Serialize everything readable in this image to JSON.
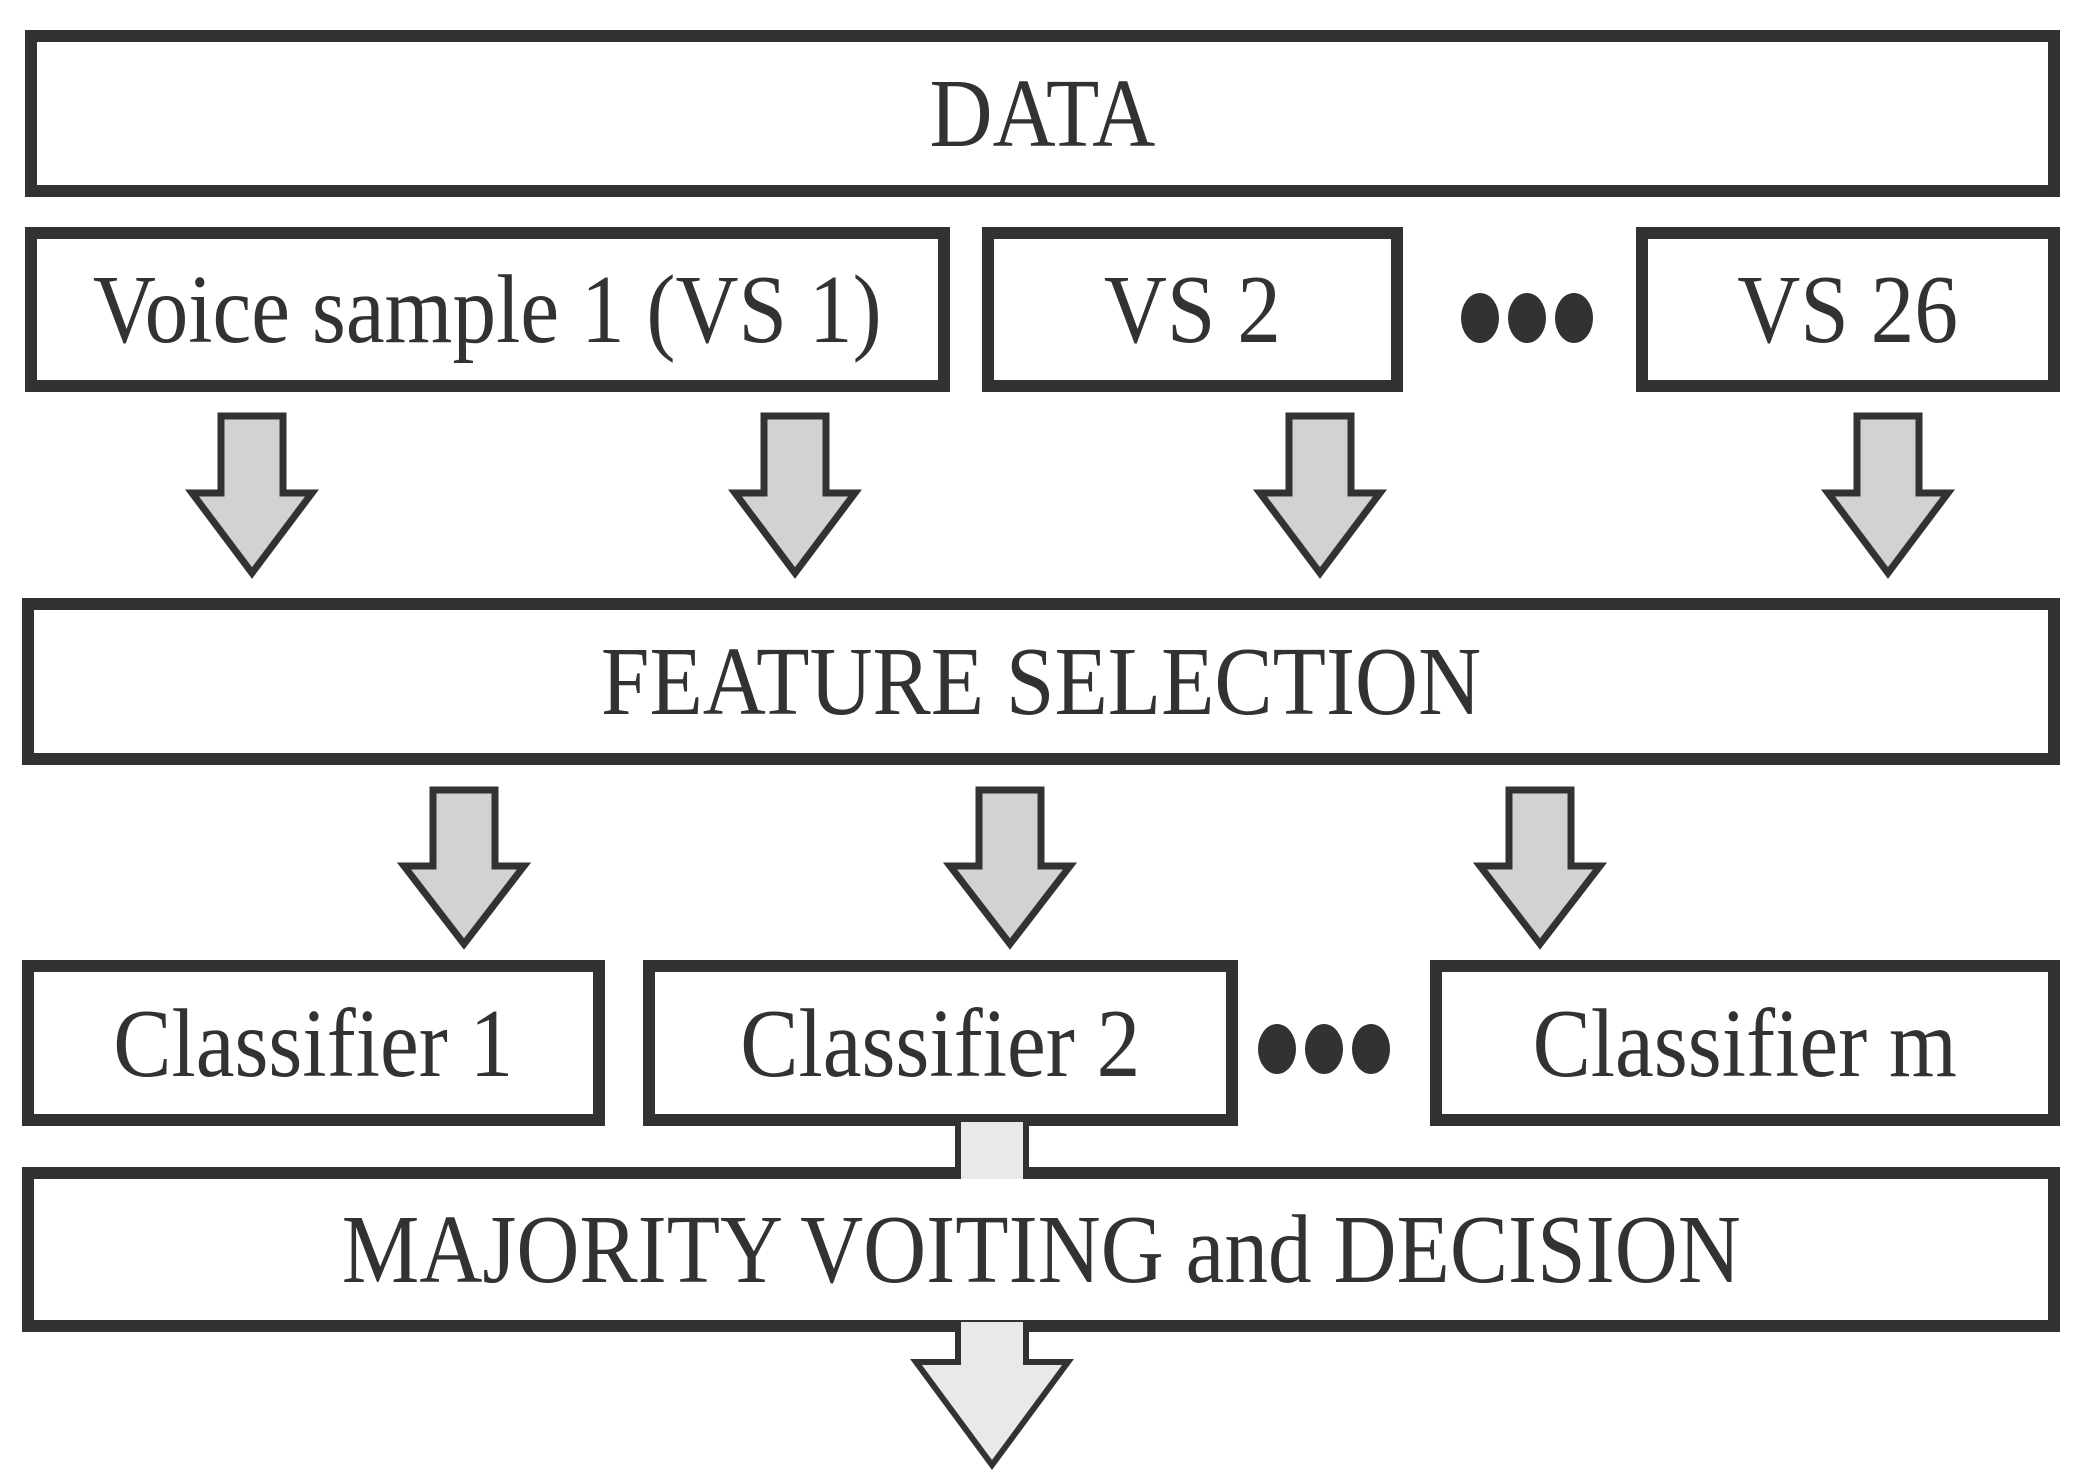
{
  "diagram": {
    "data_box": {
      "label": "DATA"
    },
    "voice_sample_row": {
      "vs1": "Voice sample 1 (VS 1)",
      "vs2": "VS 2",
      "vs26": "VS 26"
    },
    "feature_selection_box": {
      "label": "FEATURE SELECTION"
    },
    "classifier_row": {
      "c1": "Classifier 1",
      "c2": "Classifier 2",
      "cm": "Classifier m"
    },
    "decision_box": {
      "label": "MAJORITY VOITING and DECISION"
    }
  },
  "colors": {
    "line": "#343134",
    "arrow_fill": "#d2d2d4",
    "arrow_fill_light": "#e9e9eb",
    "background": "#ffffff"
  }
}
